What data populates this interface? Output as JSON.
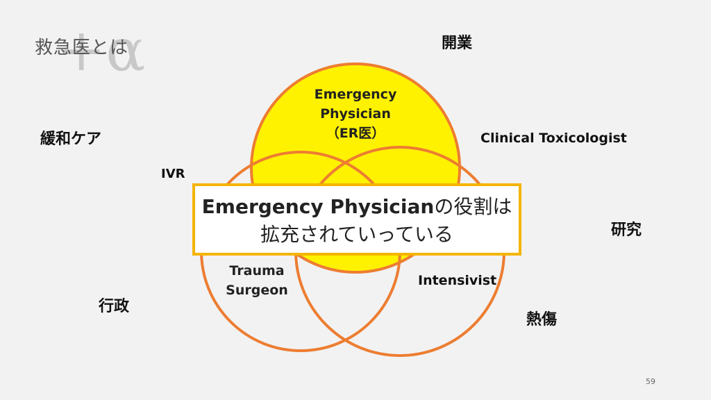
{
  "title": "救急医とは",
  "watermark": "+α",
  "venn": {
    "center": {
      "line1": "Emergency",
      "line2": "Physician",
      "line3": "（ER医）"
    },
    "left": {
      "line1": "Trauma",
      "line2": "Surgeon"
    },
    "right": "Intensivist",
    "colors": {
      "top_fill": "#fff200",
      "stroke": "#ed7d31"
    }
  },
  "outer_labels": {
    "kaigyou": "開業",
    "kanwa_care": "緩和ケア",
    "clinical_toxicologist": "Clinical Toxicologist",
    "ivr": "IVR",
    "kenkyuu": "研究",
    "gyousei": "行政",
    "nesshou": "熱傷"
  },
  "callout": {
    "emphasis": "Emergency Physician",
    "rest_line1": "の役割は",
    "line2": "拡充されていっている",
    "border_color": "#f4b400"
  },
  "page_number": "59"
}
